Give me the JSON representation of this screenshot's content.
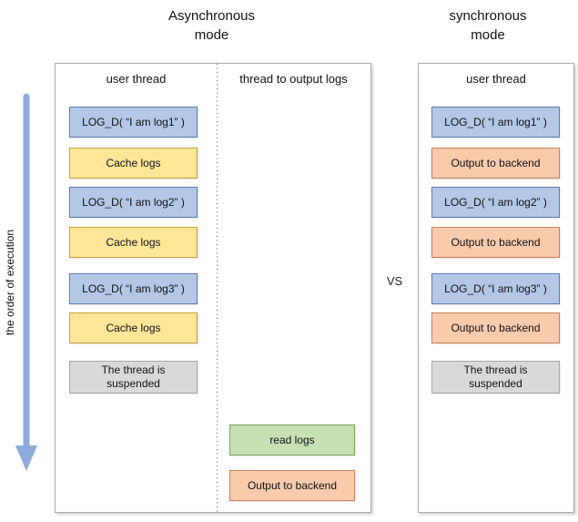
{
  "titles": {
    "async": "Asynchronous\nmode",
    "sync": "synchronous\nmode"
  },
  "vs_label": "VS",
  "execution_axis": {
    "label": "the order of execution",
    "arrow_color": "#8faadc",
    "direction": "down"
  },
  "palette": {
    "log_call_fill": "#b4c7e7",
    "log_call_border": "#5b7bb0",
    "cache_fill": "#ffe699",
    "cache_border": "#c9a13b",
    "read_fill": "#c6e0b4",
    "read_border": "#7ca25d",
    "output_fill": "#f8cbad",
    "output_border": "#cb8057",
    "suspended_fill": "#d9d9d9",
    "suspended_border": "#a6a6a6",
    "panel_border": "#ababab"
  },
  "async_panel": {
    "user_thread": {
      "header": "user thread",
      "boxes": [
        {
          "label": "LOG_D( “I am log1” )",
          "kind": "log-call"
        },
        {
          "label": "Cache logs",
          "kind": "cache"
        },
        {
          "label": "LOG_D( “I am log2” )",
          "kind": "log-call"
        },
        {
          "label": "Cache logs",
          "kind": "cache"
        },
        {
          "label": "LOG_D( “I am log3” )",
          "kind": "log-call"
        },
        {
          "label": "Cache logs",
          "kind": "cache"
        },
        {
          "label": "The thread is\nsuspended",
          "kind": "suspended"
        }
      ]
    },
    "output_thread": {
      "header": "thread to output logs",
      "boxes": [
        {
          "label": "read logs",
          "kind": "read"
        },
        {
          "label": "Output to backend",
          "kind": "output"
        }
      ]
    }
  },
  "sync_panel": {
    "user_thread": {
      "header": "user thread",
      "boxes": [
        {
          "label": "LOG_D( “I am log1” )",
          "kind": "log-call"
        },
        {
          "label": "Output to backend",
          "kind": "output"
        },
        {
          "label": "LOG_D( “I am log2” )",
          "kind": "log-call"
        },
        {
          "label": "Output to backend",
          "kind": "output"
        },
        {
          "label": "LOG_D( “I am log3” )",
          "kind": "log-call"
        },
        {
          "label": "Output to backend",
          "kind": "output"
        },
        {
          "label": "The thread is\nsuspended",
          "kind": "suspended"
        }
      ]
    }
  }
}
